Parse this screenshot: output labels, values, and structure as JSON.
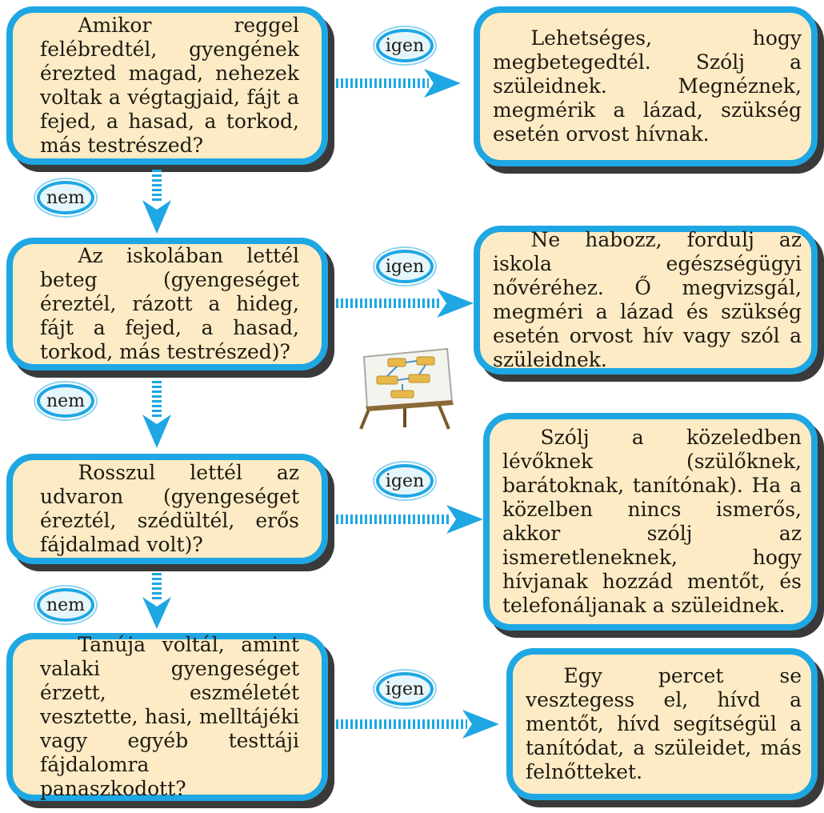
{
  "colors": {
    "box_fill": "#fcebc4",
    "box_border": "#1ea7e3",
    "arrow": "#1ea7e3",
    "shadow": "#3a3a3a"
  },
  "questions": [
    {
      "text": "Amikor reggel felébredtél, gyengének érezted magad, nehezek voltak a végtagjaid, fájt a fejed, a hasad, a torkod, más testrészed?"
    },
    {
      "text": "Az iskolában lettél beteg (gyengeséget éreztél, rázott a hideg, fájt a fejed, a hasad, torkod, más testrészed)?"
    },
    {
      "text": "Rosszul lettél az udvaron (gyengeséget éreztél, szédültél, erős fájdalmad volt)?"
    },
    {
      "text": "Tanúja voltál, amint valaki gyengeséget érzett, eszméletét vesztette, hasi, melltájéki vagy egyéb testtáji fájdalomra panaszkodott?"
    }
  ],
  "answers": [
    {
      "text": "Lehetséges, hogy megbetegedtél. Szólj a szüleidnek. Megnéznek, megmérik a lázad, szükség esetén orvost hívnak."
    },
    {
      "text": "Ne habozz, fordulj az iskola egészségügyi nővéréhez. Ő megvizsgál, megméri a lázad és szükség esetén orvost hív vagy szól a szüleidnek."
    },
    {
      "text": "Szólj a közeledben lévőknek (szülőknek, barátoknak, tanítónak). Ha a közelben nincs ismerős, akkor szólj az ismeretleneknek, hogy hívjanak hozzád mentőt, és telefonáljanak a szüleidnek."
    },
    {
      "text": "Egy percet se vesztegess el, hívd a mentőt, hívd segítségül a tanítódat, a szüleidet, más felnőtteket."
    }
  ],
  "labels": {
    "yes": "igen",
    "no": "nem"
  },
  "icons": {
    "flowchart_easel": "flowchart-easel-icon"
  }
}
